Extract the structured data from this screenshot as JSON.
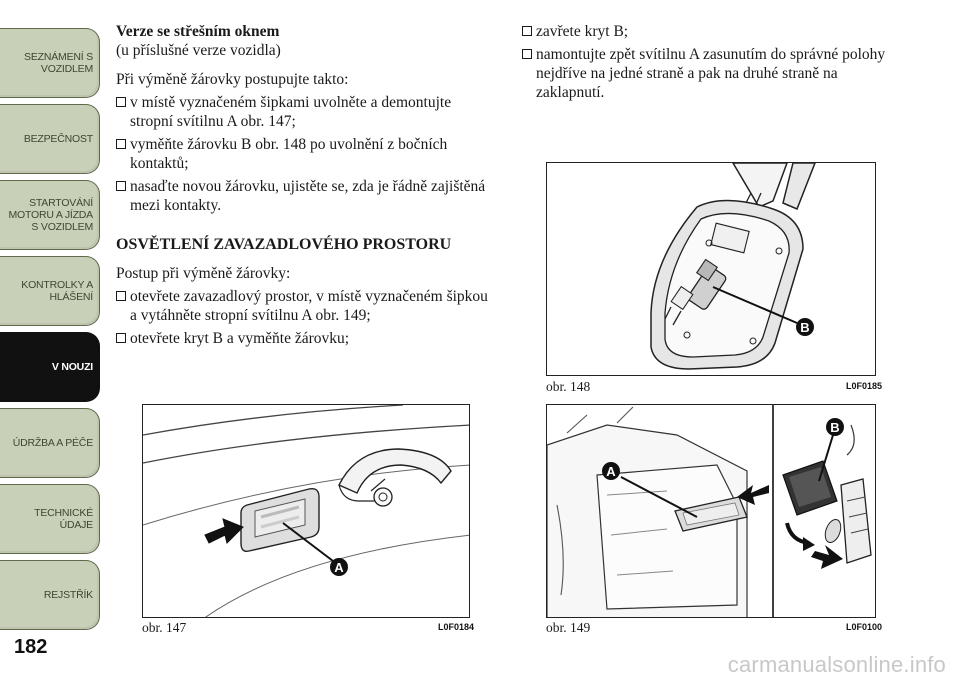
{
  "sidebar": {
    "tabs": [
      {
        "label": "SEZNÁMENÍ S VOZIDLEM",
        "active": false
      },
      {
        "label": "BEZPEČNOST",
        "active": false
      },
      {
        "label": "STARTOVÁNÍ MOTORU A JÍZDA S VOZIDLEM",
        "active": false
      },
      {
        "label": "KONTROLKY A HLÁŠENÍ",
        "active": false
      },
      {
        "label": "V NOUZI",
        "active": true
      },
      {
        "label": "ÚDRŽBA A PÉČE",
        "active": false
      },
      {
        "label": "TECHNICKÉ ÚDAJE",
        "active": false
      },
      {
        "label": "REJSTŘÍK",
        "active": false
      }
    ]
  },
  "page_number": "182",
  "left_column": {
    "heading": "Verze se střešním oknem",
    "subheading": "(u příslušné verze vozidla)",
    "intro": "Při výměně žárovky postupujte takto:",
    "steps": [
      "v místě vyznačeném šipkami uvolněte a demontujte stropní svítilnu A obr. 147;",
      "vyměňte žárovku B obr. 148 po uvolnění z bočních kontaktů;",
      "nasaďte novou žárovku, ujistěte se, zda je řádně zajištěná mezi kontakty."
    ],
    "section_title": "OSVĚTLENÍ ZAVAZADLOVÉHO PROSTORU",
    "section_intro": "Postup při výměně žárovky:",
    "section_steps": [
      "otevřete zavazadlový prostor, v místě vyznačeném šipkou a vytáhněte stropní svítilnu A obr. 149;",
      "otevřete kryt B a vyměňte žárovku;"
    ]
  },
  "right_column": {
    "steps": [
      "zavřete kryt B;",
      "namontujte zpět svítilnu A zasunutím do správné polohy nejdříve na jedné straně a pak na druhé straně na zaklapnutí."
    ]
  },
  "figures": {
    "fig147": {
      "caption": "obr. 147",
      "code": "L0F0184",
      "callouts": [
        "A"
      ]
    },
    "fig148": {
      "caption": "obr. 148",
      "code": "L0F0185",
      "callouts": [
        "B"
      ]
    },
    "fig149": {
      "caption": "obr. 149",
      "code": "L0F0100",
      "callouts": [
        "A",
        "B"
      ]
    }
  },
  "watermark": "carmanualsonline.info"
}
